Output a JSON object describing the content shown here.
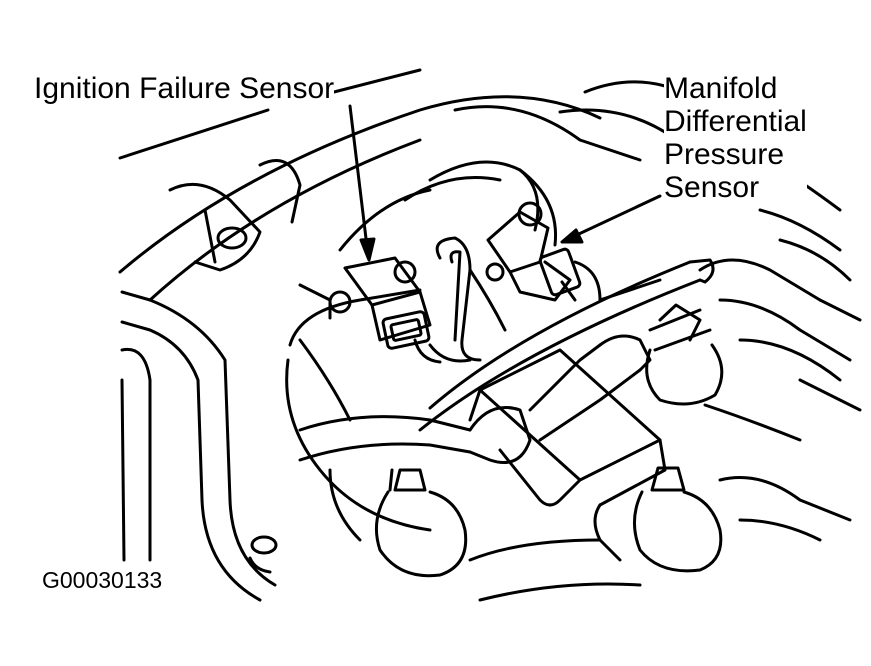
{
  "diagram": {
    "labels": {
      "ignition_failure_sensor": "Ignition Failure Sensor",
      "manifold_line1": "Manifold",
      "manifold_line2": "Differential",
      "manifold_line3": "Pressure",
      "manifold_line4": "Sensor"
    },
    "figure_code": "G00030133",
    "colors": {
      "ink": "#000000",
      "paper": "#ffffff"
    }
  }
}
